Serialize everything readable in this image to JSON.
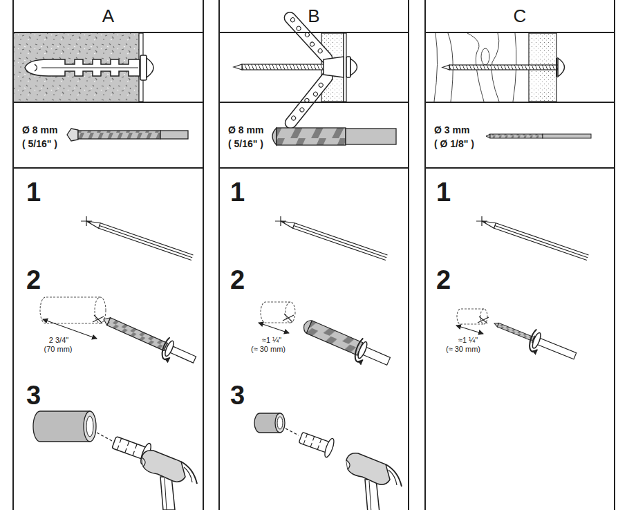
{
  "diagram": {
    "nodes": [
      {
        "text": [
          "A"
        ]
      },
      {
        "text": [
          "Ø 8 mm",
          "( 5/16\" )"
        ],
        "in": 0
      },
      {
        "text": [
          "B"
        ]
      },
      {
        "text": [
          "Ø 8 mm",
          "( 5/16\" )"
        ],
        "in": 2
      },
      {
        "text": [
          "C"
        ]
      },
      {
        "text": [
          "Ø 3 mm",
          "( Ø 1/8\" )"
        ],
        "in": 4
      }
    ],
    "labels": [
      "1",
      "2",
      "3",
      "2 3/4\"",
      "(70 mm)",
      "1",
      "2",
      "3",
      "≈1 ¼\"",
      "(≈ 30 mm)",
      "1",
      "2",
      "≈1 ¼\"",
      "(≈ 30 mm)"
    ]
  }
}
